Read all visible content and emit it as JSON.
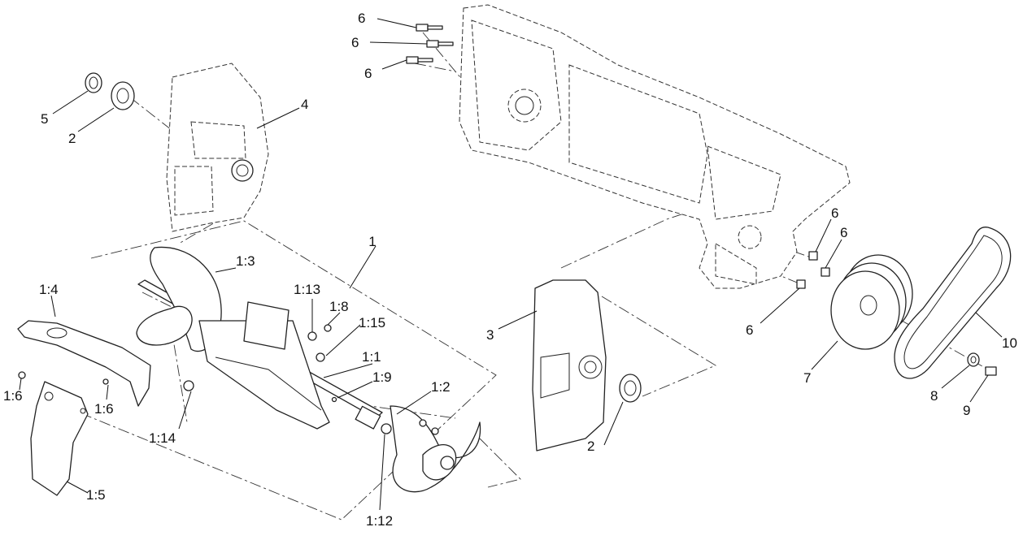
{
  "diagram": {
    "callouts": {
      "c_1": "1",
      "c_1_1": "1:1",
      "c_1_2": "1:2",
      "c_1_3": "1:3",
      "c_1_4": "1:4",
      "c_1_5": "1:5",
      "c_1_6_a": "1:6",
      "c_1_6_b": "1:6",
      "c_1_8": "1:8",
      "c_1_9": "1:9",
      "c_1_12": "1:12",
      "c_1_13": "1:13",
      "c_1_14": "1:14",
      "c_1_15": "1:15",
      "c_2_a": "2",
      "c_2_b": "2",
      "c_3": "3",
      "c_4": "4",
      "c_5": "5",
      "c_6_a": "6",
      "c_6_b": "6",
      "c_6_c": "6",
      "c_6_d": "6",
      "c_6_e": "6",
      "c_6_f": "6",
      "c_7": "7",
      "c_8": "8",
      "c_9": "9",
      "c_10": "10"
    }
  }
}
